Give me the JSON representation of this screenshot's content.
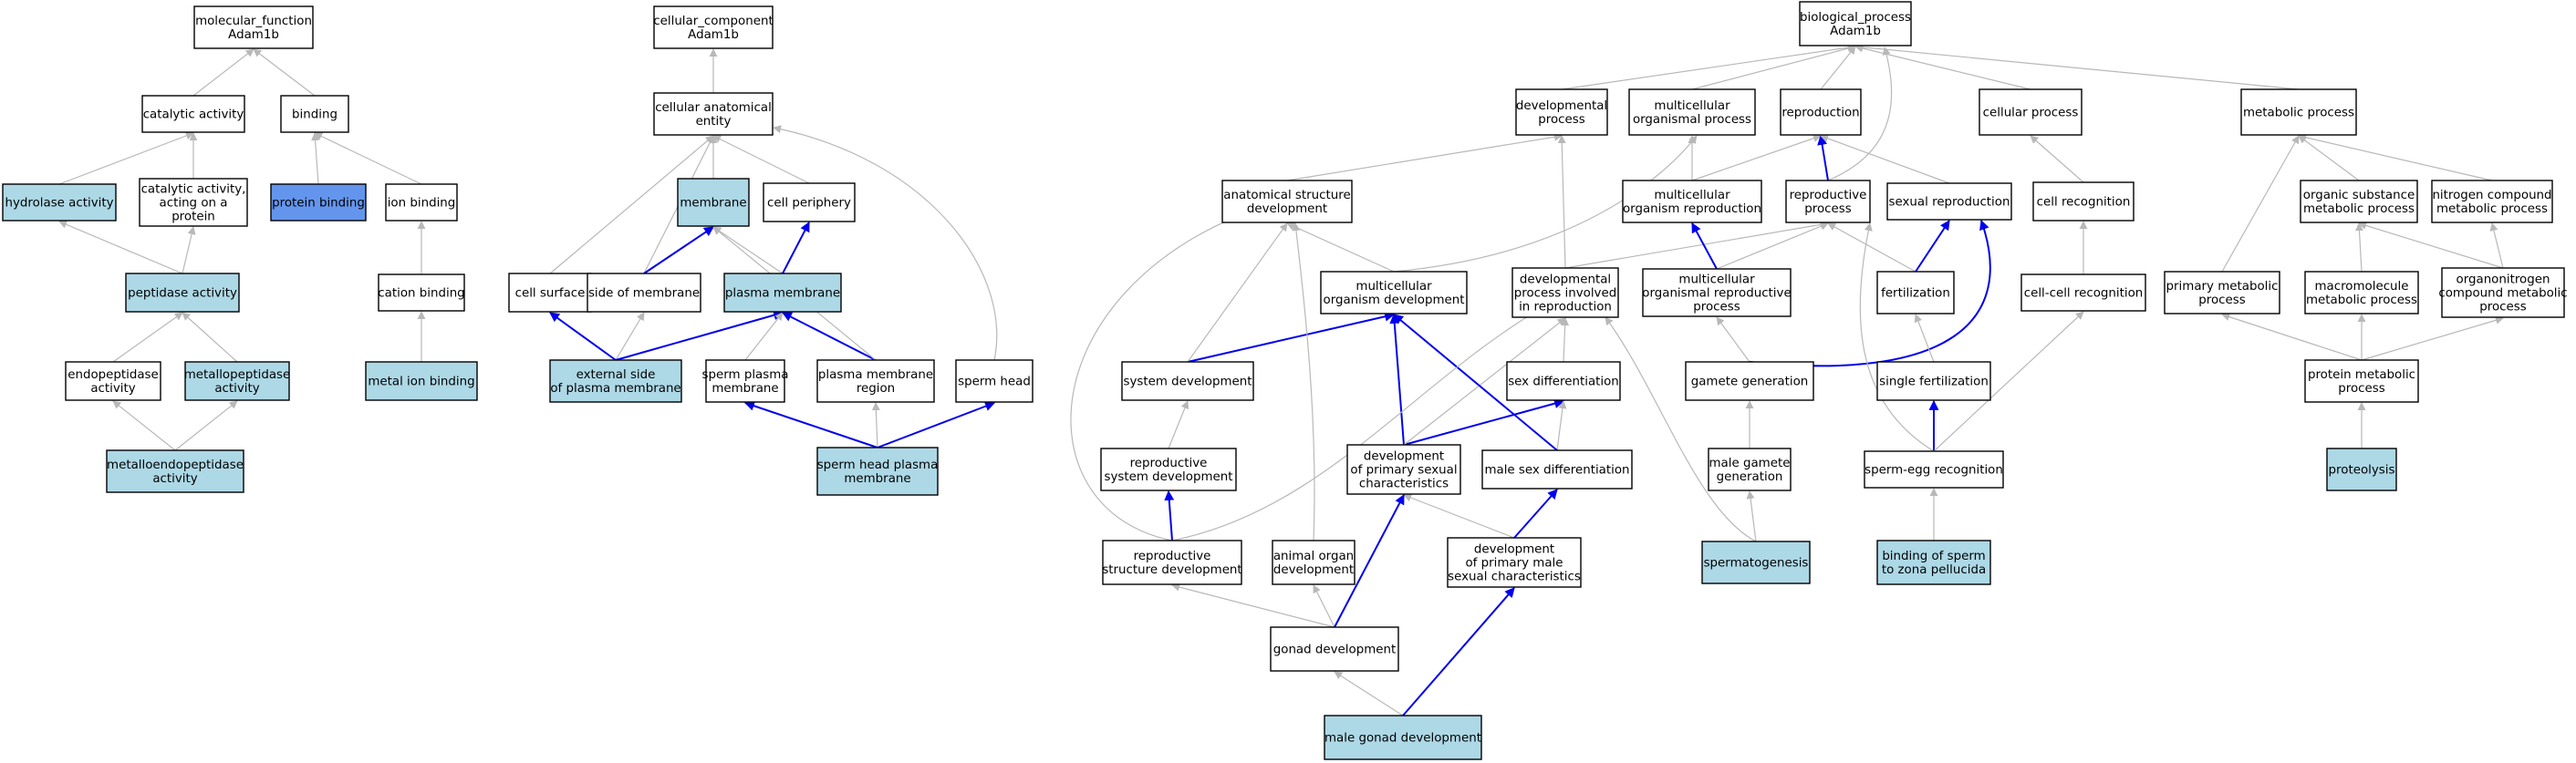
{
  "colors": {
    "plain": "#ffffff",
    "highlight": "#add8e6",
    "selected": "#6495ed",
    "edge_gray": "#b8b8b8",
    "edge_blue": "#0000ee"
  },
  "nodes": [
    {
      "id": "molecular_function",
      "lines": [
        "molecular_function",
        "Adam1b"
      ],
      "fill": "plain"
    },
    {
      "id": "catalytic_activity",
      "lines": [
        "catalytic activity"
      ],
      "fill": "plain"
    },
    {
      "id": "binding",
      "lines": [
        "binding"
      ],
      "fill": "plain"
    },
    {
      "id": "hydrolase_activity",
      "lines": [
        "hydrolase activity"
      ],
      "fill": "highlight"
    },
    {
      "id": "catalytic_acting_on_protein",
      "lines": [
        "catalytic activity,",
        "acting on a",
        "protein"
      ],
      "fill": "plain"
    },
    {
      "id": "protein_binding",
      "lines": [
        "protein binding"
      ],
      "fill": "selected"
    },
    {
      "id": "ion_binding",
      "lines": [
        "ion binding"
      ],
      "fill": "plain"
    },
    {
      "id": "peptidase_activity",
      "lines": [
        "peptidase activity"
      ],
      "fill": "highlight"
    },
    {
      "id": "cation_binding",
      "lines": [
        "cation binding"
      ],
      "fill": "plain"
    },
    {
      "id": "endopeptidase_activity",
      "lines": [
        "endopeptidase",
        "activity"
      ],
      "fill": "plain"
    },
    {
      "id": "metallopeptidase_activity",
      "lines": [
        "metallopeptidase",
        "activity"
      ],
      "fill": "highlight"
    },
    {
      "id": "metal_ion_binding",
      "lines": [
        "metal ion binding"
      ],
      "fill": "highlight"
    },
    {
      "id": "metalloendopeptidase_activity",
      "lines": [
        "metalloendopeptidase",
        "activity"
      ],
      "fill": "highlight"
    },
    {
      "id": "cellular_component",
      "lines": [
        "cellular_component",
        "Adam1b"
      ],
      "fill": "plain"
    },
    {
      "id": "cellular_anatomical_entity",
      "lines": [
        "cellular anatomical",
        "entity"
      ],
      "fill": "plain"
    },
    {
      "id": "membrane",
      "lines": [
        "membrane"
      ],
      "fill": "highlight"
    },
    {
      "id": "cell_periphery",
      "lines": [
        "cell periphery"
      ],
      "fill": "plain"
    },
    {
      "id": "cell_surface",
      "lines": [
        "cell surface"
      ],
      "fill": "plain"
    },
    {
      "id": "side_of_membrane",
      "lines": [
        "side of membrane"
      ],
      "fill": "plain"
    },
    {
      "id": "plasma_membrane",
      "lines": [
        "plasma membrane"
      ],
      "fill": "highlight"
    },
    {
      "id": "external_side_plasma_membrane",
      "lines": [
        "external side",
        "of plasma membrane"
      ],
      "fill": "highlight"
    },
    {
      "id": "sperm_plasma_membrane",
      "lines": [
        "sperm plasma",
        "membrane"
      ],
      "fill": "plain"
    },
    {
      "id": "plasma_membrane_region",
      "lines": [
        "plasma membrane",
        "region"
      ],
      "fill": "plain"
    },
    {
      "id": "sperm_head",
      "lines": [
        "sperm head"
      ],
      "fill": "plain"
    },
    {
      "id": "sperm_head_plasma_membrane",
      "lines": [
        "sperm head plasma",
        "membrane"
      ],
      "fill": "highlight"
    },
    {
      "id": "biological_process",
      "lines": [
        "biological_process",
        "Adam1b"
      ],
      "fill": "plain"
    },
    {
      "id": "developmental_process",
      "lines": [
        "developmental",
        "process"
      ],
      "fill": "plain"
    },
    {
      "id": "multicellular_organismal_process",
      "lines": [
        "multicellular",
        "organismal process"
      ],
      "fill": "plain"
    },
    {
      "id": "reproduction",
      "lines": [
        "reproduction"
      ],
      "fill": "plain"
    },
    {
      "id": "cellular_process",
      "lines": [
        "cellular process"
      ],
      "fill": "plain"
    },
    {
      "id": "metabolic_process",
      "lines": [
        "metabolic process"
      ],
      "fill": "plain"
    },
    {
      "id": "anatomical_structure_development",
      "lines": [
        "anatomical structure",
        "development"
      ],
      "fill": "plain"
    },
    {
      "id": "multicellular_organism_reproduction",
      "lines": [
        "multicellular",
        "organism reproduction"
      ],
      "fill": "plain"
    },
    {
      "id": "reproductive_process",
      "lines": [
        "reproductive",
        "process"
      ],
      "fill": "plain"
    },
    {
      "id": "sexual_reproduction",
      "lines": [
        "sexual reproduction"
      ],
      "fill": "plain"
    },
    {
      "id": "cell_recognition",
      "lines": [
        "cell recognition"
      ],
      "fill": "plain"
    },
    {
      "id": "organic_substance_metabolic_process",
      "lines": [
        "organic substance",
        "metabolic process"
      ],
      "fill": "plain"
    },
    {
      "id": "nitrogen_compound_metabolic_process",
      "lines": [
        "nitrogen compound",
        "metabolic process"
      ],
      "fill": "plain"
    },
    {
      "id": "multicellular_organism_development",
      "lines": [
        "multicellular",
        "organism development"
      ],
      "fill": "plain"
    },
    {
      "id": "developmental_process_in_reproduction",
      "lines": [
        "developmental",
        "process involved",
        "in reproduction"
      ],
      "fill": "plain"
    },
    {
      "id": "multicellular_organismal_reproductive_process",
      "lines": [
        "multicellular",
        "organismal reproductive",
        "process"
      ],
      "fill": "plain"
    },
    {
      "id": "fertilization",
      "lines": [
        "fertilization"
      ],
      "fill": "plain"
    },
    {
      "id": "cell_cell_recognition",
      "lines": [
        "cell-cell recognition"
      ],
      "fill": "plain"
    },
    {
      "id": "primary_metabolic_process",
      "lines": [
        "primary metabolic",
        "process"
      ],
      "fill": "plain"
    },
    {
      "id": "macromolecule_metabolic_process",
      "lines": [
        "macromolecule",
        "metabolic process"
      ],
      "fill": "plain"
    },
    {
      "id": "organonitrogen_compound_metabolic_process",
      "lines": [
        "organonitrogen",
        "compound metabolic",
        "process"
      ],
      "fill": "plain"
    },
    {
      "id": "system_development",
      "lines": [
        "system development"
      ],
      "fill": "plain"
    },
    {
      "id": "sex_differentiation",
      "lines": [
        "sex differentiation"
      ],
      "fill": "plain"
    },
    {
      "id": "gamete_generation",
      "lines": [
        "gamete generation"
      ],
      "fill": "plain"
    },
    {
      "id": "single_fertilization",
      "lines": [
        "single fertilization"
      ],
      "fill": "plain"
    },
    {
      "id": "protein_metabolic_process",
      "lines": [
        "protein metabolic",
        "process"
      ],
      "fill": "plain"
    },
    {
      "id": "reproductive_system_development",
      "lines": [
        "reproductive",
        "system development"
      ],
      "fill": "plain"
    },
    {
      "id": "development_primary_sexual_characteristics",
      "lines": [
        "development",
        "of primary sexual",
        "characteristics"
      ],
      "fill": "plain"
    },
    {
      "id": "male_sex_differentiation",
      "lines": [
        "male sex differentiation"
      ],
      "fill": "plain"
    },
    {
      "id": "male_gamete_generation",
      "lines": [
        "male gamete",
        "generation"
      ],
      "fill": "plain"
    },
    {
      "id": "sperm_egg_recognition",
      "lines": [
        "sperm-egg recognition"
      ],
      "fill": "plain"
    },
    {
      "id": "proteolysis",
      "lines": [
        "proteolysis"
      ],
      "fill": "highlight"
    },
    {
      "id": "reproductive_structure_development",
      "lines": [
        "reproductive",
        "structure development"
      ],
      "fill": "plain"
    },
    {
      "id": "animal_organ_development",
      "lines": [
        "animal organ",
        "development"
      ],
      "fill": "plain"
    },
    {
      "id": "development_primary_male_sexual_characteristics",
      "lines": [
        "development",
        "of primary male",
        "sexual characteristics"
      ],
      "fill": "plain"
    },
    {
      "id": "spermatogenesis",
      "lines": [
        "spermatogenesis"
      ],
      "fill": "highlight"
    },
    {
      "id": "binding_sperm_zona_pellucida",
      "lines": [
        "binding of sperm",
        "to zona pellucida"
      ],
      "fill": "highlight"
    },
    {
      "id": "gonad_development",
      "lines": [
        "gonad development"
      ],
      "fill": "plain"
    },
    {
      "id": "male_gonad_development",
      "lines": [
        "male gonad development"
      ],
      "fill": "highlight"
    }
  ],
  "edges": [
    {
      "from": "catalytic_activity",
      "to": "molecular_function",
      "kind": "gray"
    },
    {
      "from": "binding",
      "to": "molecular_function",
      "kind": "gray"
    },
    {
      "from": "hydrolase_activity",
      "to": "catalytic_activity",
      "kind": "gray"
    },
    {
      "from": "catalytic_acting_on_protein",
      "to": "catalytic_activity",
      "kind": "gray"
    },
    {
      "from": "protein_binding",
      "to": "binding",
      "kind": "gray"
    },
    {
      "from": "ion_binding",
      "to": "binding",
      "kind": "gray"
    },
    {
      "from": "peptidase_activity",
      "to": "hydrolase_activity",
      "kind": "gray"
    },
    {
      "from": "peptidase_activity",
      "to": "catalytic_acting_on_protein",
      "kind": "gray"
    },
    {
      "from": "cation_binding",
      "to": "ion_binding",
      "kind": "gray"
    },
    {
      "from": "endopeptidase_activity",
      "to": "peptidase_activity",
      "kind": "gray"
    },
    {
      "from": "metallopeptidase_activity",
      "to": "peptidase_activity",
      "kind": "gray"
    },
    {
      "from": "metal_ion_binding",
      "to": "cation_binding",
      "kind": "gray"
    },
    {
      "from": "metalloendopeptidase_activity",
      "to": "endopeptidase_activity",
      "kind": "gray"
    },
    {
      "from": "metalloendopeptidase_activity",
      "to": "metallopeptidase_activity",
      "kind": "gray"
    },
    {
      "from": "cellular_anatomical_entity",
      "to": "cellular_component",
      "kind": "gray"
    },
    {
      "from": "membrane",
      "to": "cellular_anatomical_entity",
      "kind": "gray"
    },
    {
      "from": "cell_periphery",
      "to": "cellular_anatomical_entity",
      "kind": "gray"
    },
    {
      "from": "cell_surface",
      "to": "cellular_anatomical_entity",
      "kind": "gray"
    },
    {
      "from": "side_of_membrane",
      "to": "cellular_anatomical_entity",
      "kind": "gray"
    },
    {
      "from": "side_of_membrane",
      "to": "membrane",
      "kind": "blue"
    },
    {
      "from": "plasma_membrane",
      "to": "membrane",
      "kind": "gray"
    },
    {
      "from": "plasma_membrane",
      "to": "cell_periphery",
      "kind": "blue"
    },
    {
      "from": "sperm_head",
      "to": "cellular_anatomical_entity",
      "kind": "gray"
    },
    {
      "from": "external_side_plasma_membrane",
      "to": "cell_surface",
      "kind": "blue"
    },
    {
      "from": "external_side_plasma_membrane",
      "to": "side_of_membrane",
      "kind": "gray"
    },
    {
      "from": "external_side_plasma_membrane",
      "to": "plasma_membrane",
      "kind": "blue"
    },
    {
      "from": "sperm_plasma_membrane",
      "to": "plasma_membrane",
      "kind": "gray"
    },
    {
      "from": "plasma_membrane_region",
      "to": "plasma_membrane",
      "kind": "blue"
    },
    {
      "from": "plasma_membrane_region",
      "to": "membrane",
      "kind": "gray"
    },
    {
      "from": "sperm_head_plasma_membrane",
      "to": "sperm_plasma_membrane",
      "kind": "blue"
    },
    {
      "from": "sperm_head_plasma_membrane",
      "to": "plasma_membrane_region",
      "kind": "gray"
    },
    {
      "from": "sperm_head_plasma_membrane",
      "to": "sperm_head",
      "kind": "blue"
    },
    {
      "from": "developmental_process",
      "to": "biological_process",
      "kind": "gray"
    },
    {
      "from": "multicellular_organismal_process",
      "to": "biological_process",
      "kind": "gray"
    },
    {
      "from": "reproduction",
      "to": "biological_process",
      "kind": "gray"
    },
    {
      "from": "cellular_process",
      "to": "biological_process",
      "kind": "gray"
    },
    {
      "from": "metabolic_process",
      "to": "biological_process",
      "kind": "gray"
    },
    {
      "from": "reproductive_process",
      "to": "biological_process",
      "kind": "gray"
    },
    {
      "from": "anatomical_structure_development",
      "to": "developmental_process",
      "kind": "gray"
    },
    {
      "from": "multicellular_organism_reproduction",
      "to": "multicellular_organismal_process",
      "kind": "gray"
    },
    {
      "from": "multicellular_organism_reproduction",
      "to": "reproduction",
      "kind": "gray"
    },
    {
      "from": "reproductive_process",
      "to": "reproduction",
      "kind": "blue"
    },
    {
      "from": "sexual_reproduction",
      "to": "reproduction",
      "kind": "gray"
    },
    {
      "from": "cell_recognition",
      "to": "cellular_process",
      "kind": "gray"
    },
    {
      "from": "organic_substance_metabolic_process",
      "to": "metabolic_process",
      "kind": "gray"
    },
    {
      "from": "nitrogen_compound_metabolic_process",
      "to": "metabolic_process",
      "kind": "gray"
    },
    {
      "from": "multicellular_organism_development",
      "to": "anatomical_structure_development",
      "kind": "gray"
    },
    {
      "from": "multicellular_organism_development",
      "to": "multicellular_organismal_process",
      "kind": "gray"
    },
    {
      "from": "developmental_process_in_reproduction",
      "to": "developmental_process",
      "kind": "gray"
    },
    {
      "from": "developmental_process_in_reproduction",
      "to": "reproductive_process",
      "kind": "gray"
    },
    {
      "from": "multicellular_organismal_reproductive_process",
      "to": "multicellular_organism_reproduction",
      "kind": "blue"
    },
    {
      "from": "multicellular_organismal_reproductive_process",
      "to": "reproductive_process",
      "kind": "gray"
    },
    {
      "from": "fertilization",
      "to": "sexual_reproduction",
      "kind": "blue"
    },
    {
      "from": "fertilization",
      "to": "reproductive_process",
      "kind": "gray"
    },
    {
      "from": "cell_cell_recognition",
      "to": "cell_recognition",
      "kind": "gray"
    },
    {
      "from": "primary_metabolic_process",
      "to": "metabolic_process",
      "kind": "gray"
    },
    {
      "from": "macromolecule_metabolic_process",
      "to": "organic_substance_metabolic_process",
      "kind": "gray"
    },
    {
      "from": "organonitrogen_compound_metabolic_process",
      "to": "organic_substance_metabolic_process",
      "kind": "gray"
    },
    {
      "from": "organonitrogen_compound_metabolic_process",
      "to": "nitrogen_compound_metabolic_process",
      "kind": "gray"
    },
    {
      "from": "system_development",
      "to": "multicellular_organism_development",
      "kind": "blue"
    },
    {
      "from": "system_development",
      "to": "anatomical_structure_development",
      "kind": "gray"
    },
    {
      "from": "sex_differentiation",
      "to": "developmental_process_in_reproduction",
      "kind": "gray"
    },
    {
      "from": "gamete_generation",
      "to": "multicellular_organismal_reproductive_process",
      "kind": "gray"
    },
    {
      "from": "gamete_generation",
      "to": "sexual_reproduction",
      "kind": "blue"
    },
    {
      "from": "single_fertilization",
      "to": "fertilization",
      "kind": "gray"
    },
    {
      "from": "protein_metabolic_process",
      "to": "primary_metabolic_process",
      "kind": "gray"
    },
    {
      "from": "protein_metabolic_process",
      "to": "macromolecule_metabolic_process",
      "kind": "gray"
    },
    {
      "from": "protein_metabolic_process",
      "to": "organonitrogen_compound_metabolic_process",
      "kind": "gray"
    },
    {
      "from": "reproductive_system_development",
      "to": "system_development",
      "kind": "gray"
    },
    {
      "from": "development_primary_sexual_characteristics",
      "to": "multicellular_organism_development",
      "kind": "blue"
    },
    {
      "from": "development_primary_sexual_characteristics",
      "to": "sex_differentiation",
      "kind": "blue"
    },
    {
      "from": "development_primary_sexual_characteristics",
      "to": "developmental_process_in_reproduction",
      "kind": "gray"
    },
    {
      "from": "male_sex_differentiation",
      "to": "sex_differentiation",
      "kind": "gray"
    },
    {
      "from": "male_sex_differentiation",
      "to": "multicellular_organism_development",
      "kind": "blue"
    },
    {
      "from": "male_gamete_generation",
      "to": "gamete_generation",
      "kind": "gray"
    },
    {
      "from": "sperm_egg_recognition",
      "to": "single_fertilization",
      "kind": "blue"
    },
    {
      "from": "sperm_egg_recognition",
      "to": "cell_cell_recognition",
      "kind": "gray"
    },
    {
      "from": "sperm_egg_recognition",
      "to": "reproductive_process",
      "kind": "gray"
    },
    {
      "from": "proteolysis",
      "to": "protein_metabolic_process",
      "kind": "gray"
    },
    {
      "from": "reproductive_structure_development",
      "to": "reproductive_system_development",
      "kind": "blue"
    },
    {
      "from": "reproductive_structure_development",
      "to": "anatomical_structure_development",
      "kind": "gray"
    },
    {
      "from": "reproductive_structure_development",
      "to": "developmental_process_in_reproduction",
      "kind": "gray"
    },
    {
      "from": "animal_organ_development",
      "to": "anatomical_structure_development",
      "kind": "gray"
    },
    {
      "from": "development_primary_male_sexual_characteristics",
      "to": "development_primary_sexual_characteristics",
      "kind": "gray"
    },
    {
      "from": "development_primary_male_sexual_characteristics",
      "to": "male_sex_differentiation",
      "kind": "blue"
    },
    {
      "from": "spermatogenesis",
      "to": "male_gamete_generation",
      "kind": "gray"
    },
    {
      "from": "spermatogenesis",
      "to": "developmental_process_in_reproduction",
      "kind": "gray"
    },
    {
      "from": "binding_sperm_zona_pellucida",
      "to": "sperm_egg_recognition",
      "kind": "gray"
    },
    {
      "from": "gonad_development",
      "to": "reproductive_structure_development",
      "kind": "gray"
    },
    {
      "from": "gonad_development",
      "to": "animal_organ_development",
      "kind": "gray"
    },
    {
      "from": "gonad_development",
      "to": "development_primary_sexual_characteristics",
      "kind": "blue"
    },
    {
      "from": "male_gonad_development",
      "to": "gonad_development",
      "kind": "gray"
    },
    {
      "from": "male_gonad_development",
      "to": "development_primary_male_sexual_characteristics",
      "kind": "blue"
    }
  ]
}
